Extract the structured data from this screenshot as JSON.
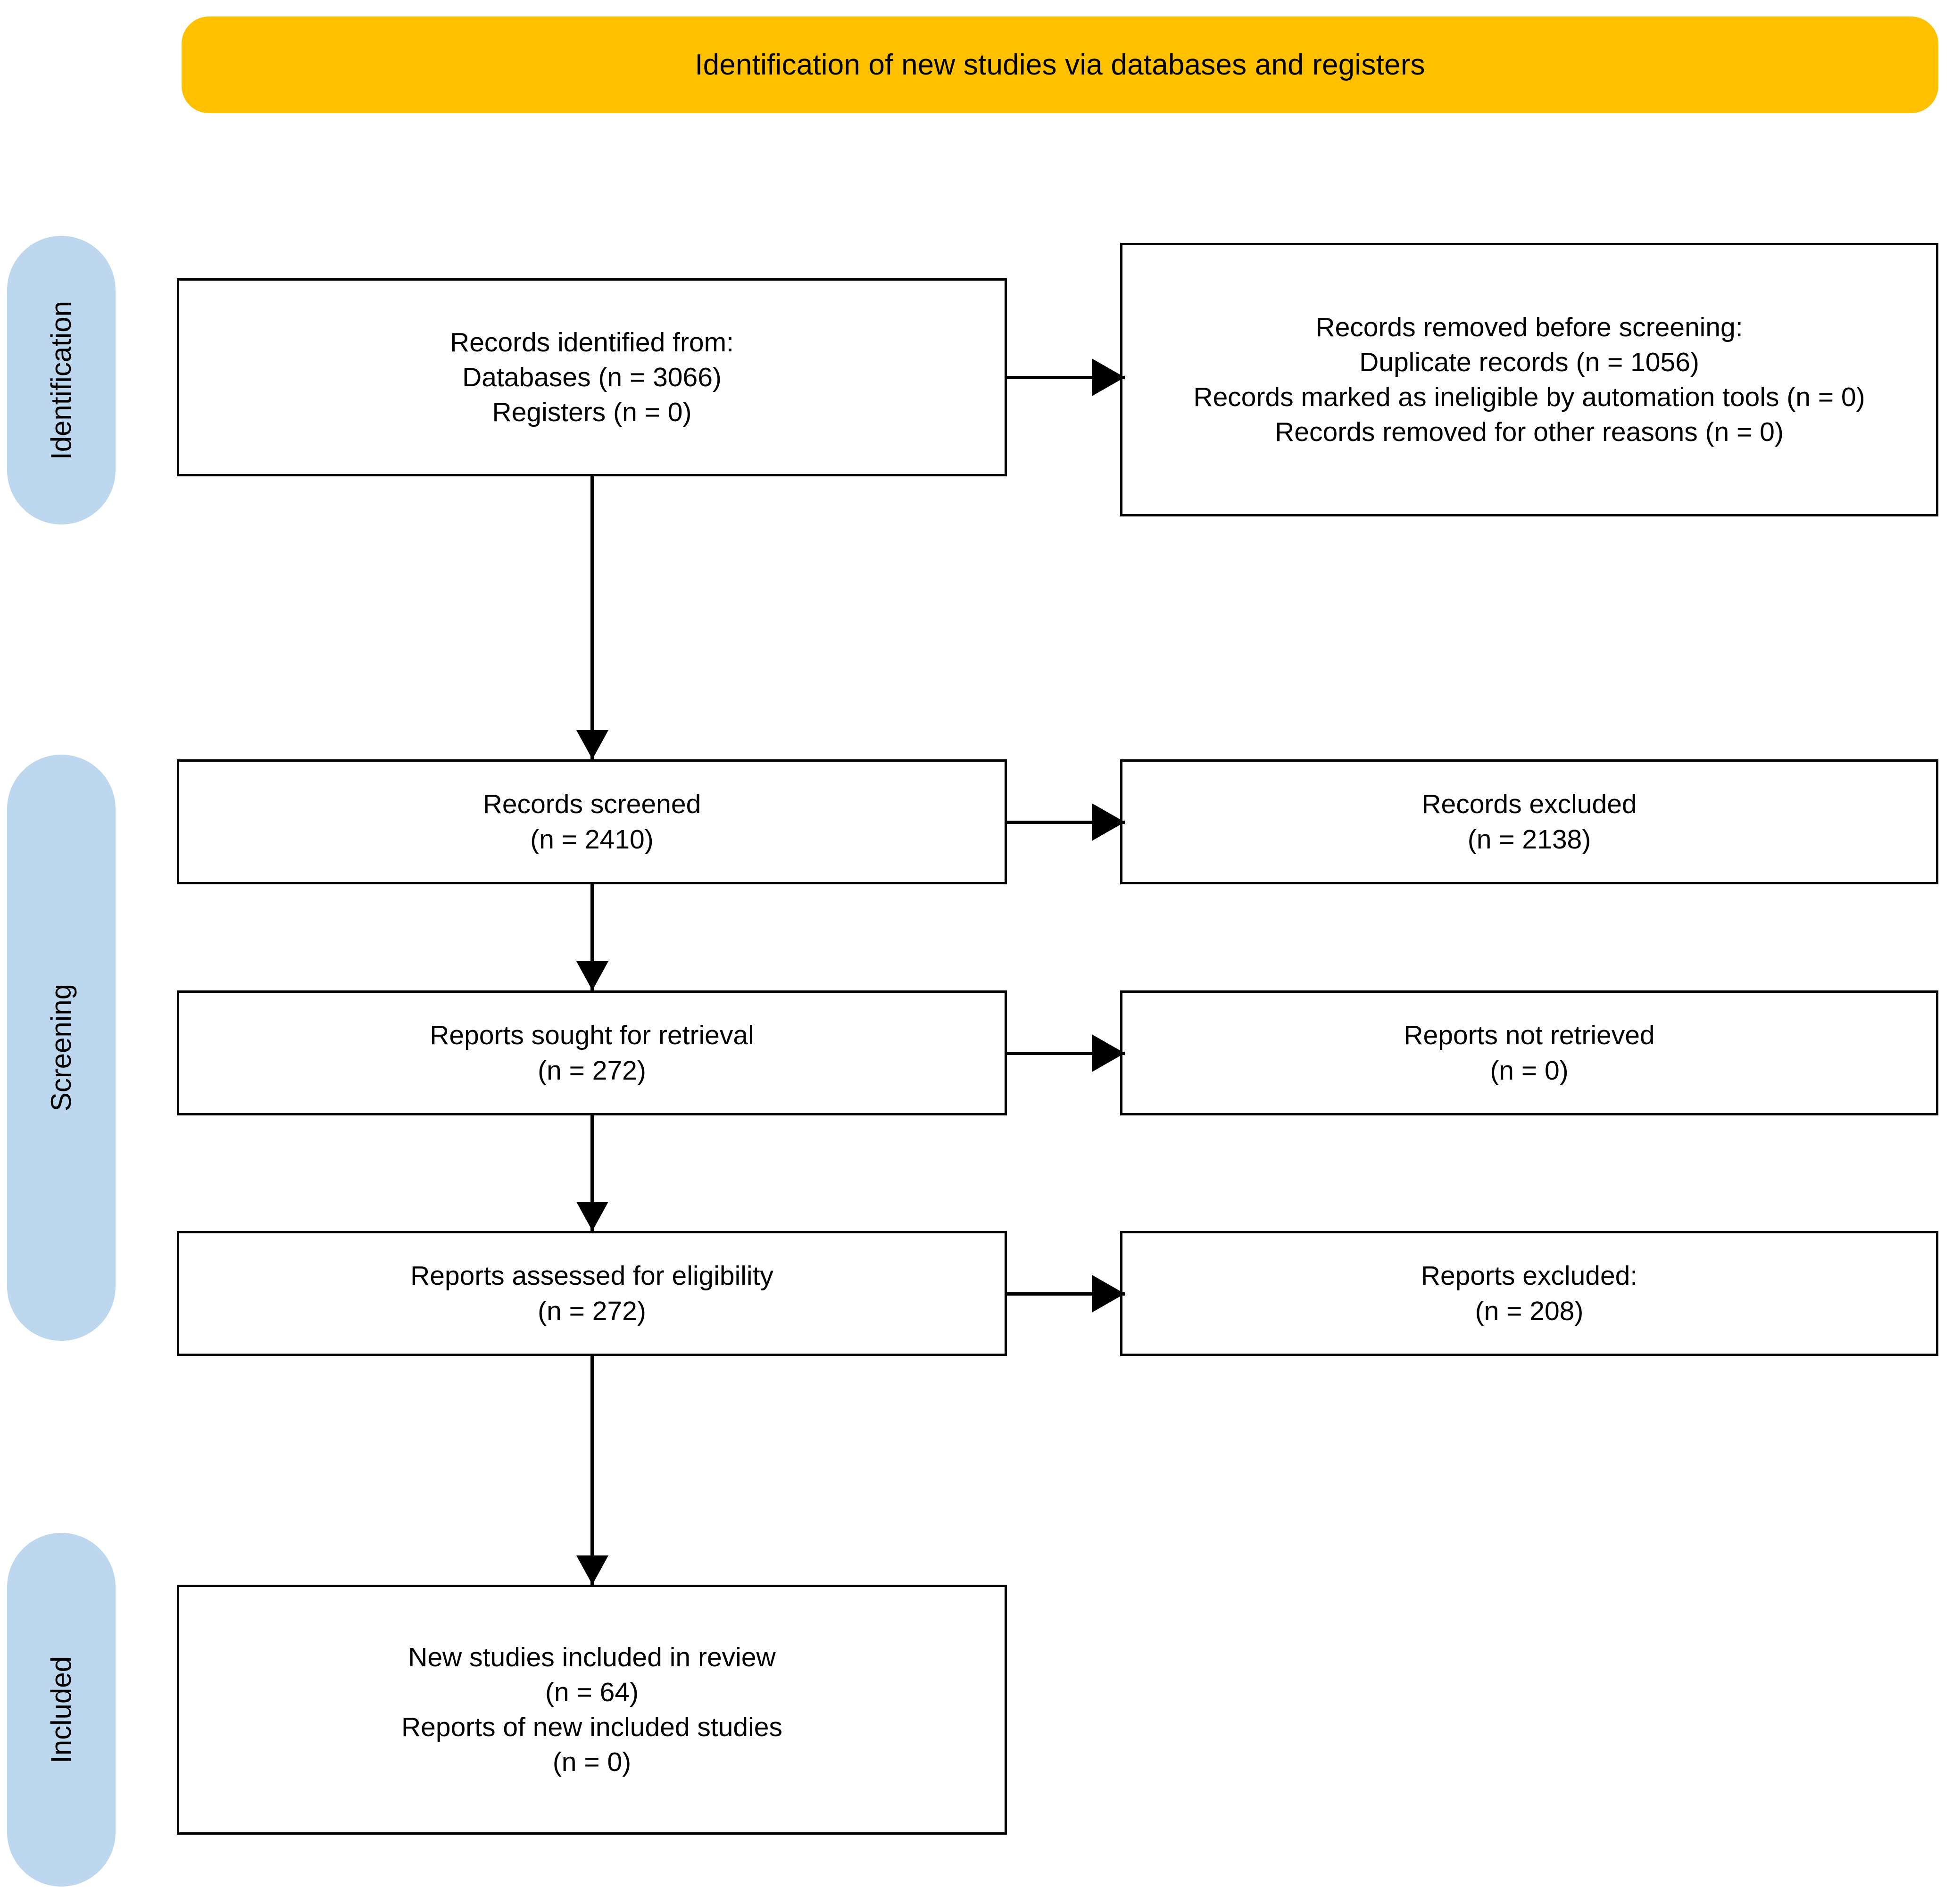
{
  "header": {
    "title": "Identification of new studies via databases and registers"
  },
  "colors": {
    "accent_yellow": "#FFC000",
    "pill_blue": "#BDD7EE",
    "box_border": "#000000",
    "background": "#FFFFFF"
  },
  "stages": [
    {
      "label": "Identification"
    },
    {
      "label": "Screening"
    },
    {
      "label": "Included"
    }
  ],
  "boxes": {
    "identified": {
      "lines": [
        "Records identified from:",
        "Databases (n = 3066)",
        "Registers (n = 0)"
      ]
    },
    "removed_before_screening": {
      "lines": [
        "Records removed before screening:",
        "Duplicate records (n = 1056)",
        "Records marked as ineligible by automation tools (n = 0)",
        "Records removed for other reasons (n = 0)"
      ]
    },
    "records_screened": {
      "lines": [
        "Records screened",
        "(n = 2410)"
      ]
    },
    "records_excluded": {
      "lines": [
        "Records excluded",
        "(n = 2138)"
      ]
    },
    "reports_sought": {
      "lines": [
        "Reports sought for retrieval",
        "(n = 272)"
      ]
    },
    "reports_not_retrieved": {
      "lines": [
        "Reports not retrieved",
        "(n = 0)"
      ]
    },
    "reports_assessed": {
      "lines": [
        "Reports assessed for eligibility",
        "(n = 272)"
      ]
    },
    "reports_excluded": {
      "lines": [
        "Reports excluded:",
        "(n = 208)"
      ]
    },
    "new_studies_included": {
      "lines": [
        "New studies included in review",
        "(n = 64)",
        "Reports of new included studies",
        "(n = 0)"
      ]
    }
  },
  "chart_data": {
    "type": "diagram",
    "diagram_kind": "PRISMA 2020 flow diagram",
    "title": "Identification of new studies via databases and registers",
    "nodes": [
      {
        "id": "identified",
        "stage": "Identification",
        "column": "left",
        "label": "Records identified from: Databases (n = 3066) Registers (n = 0)",
        "values": {
          "Databases": 3066,
          "Registers": 0
        }
      },
      {
        "id": "removed",
        "stage": "Identification",
        "column": "right",
        "label": "Records removed before screening",
        "values": {
          "Duplicate records": 1056,
          "Records marked as ineligible by automation tools": 0,
          "Records removed for other reasons": 0
        }
      },
      {
        "id": "screened",
        "stage": "Screening",
        "column": "left",
        "label": "Records screened",
        "values": {
          "n": 2410
        }
      },
      {
        "id": "rec_excluded",
        "stage": "Screening",
        "column": "right",
        "label": "Records excluded",
        "values": {
          "n": 2138
        }
      },
      {
        "id": "sought",
        "stage": "Screening",
        "column": "left",
        "label": "Reports sought for retrieval",
        "values": {
          "n": 272
        }
      },
      {
        "id": "not_retrieved",
        "stage": "Screening",
        "column": "right",
        "label": "Reports not retrieved",
        "values": {
          "n": 0
        }
      },
      {
        "id": "assessed",
        "stage": "Screening",
        "column": "left",
        "label": "Reports assessed for eligibility",
        "values": {
          "n": 272
        }
      },
      {
        "id": "rep_excluded",
        "stage": "Screening",
        "column": "right",
        "label": "Reports excluded",
        "values": {
          "n": 208
        }
      },
      {
        "id": "included",
        "stage": "Included",
        "column": "left",
        "label": "New studies included in review / Reports of new included studies",
        "values": {
          "New studies": 64,
          "Reports of new included studies": 0
        }
      }
    ],
    "edges": [
      {
        "from": "identified",
        "to": "removed",
        "direction": "right"
      },
      {
        "from": "identified",
        "to": "screened",
        "direction": "down"
      },
      {
        "from": "screened",
        "to": "rec_excluded",
        "direction": "right"
      },
      {
        "from": "screened",
        "to": "sought",
        "direction": "down"
      },
      {
        "from": "sought",
        "to": "not_retrieved",
        "direction": "right"
      },
      {
        "from": "sought",
        "to": "assessed",
        "direction": "down"
      },
      {
        "from": "assessed",
        "to": "rep_excluded",
        "direction": "right"
      },
      {
        "from": "assessed",
        "to": "included",
        "direction": "down"
      }
    ]
  }
}
